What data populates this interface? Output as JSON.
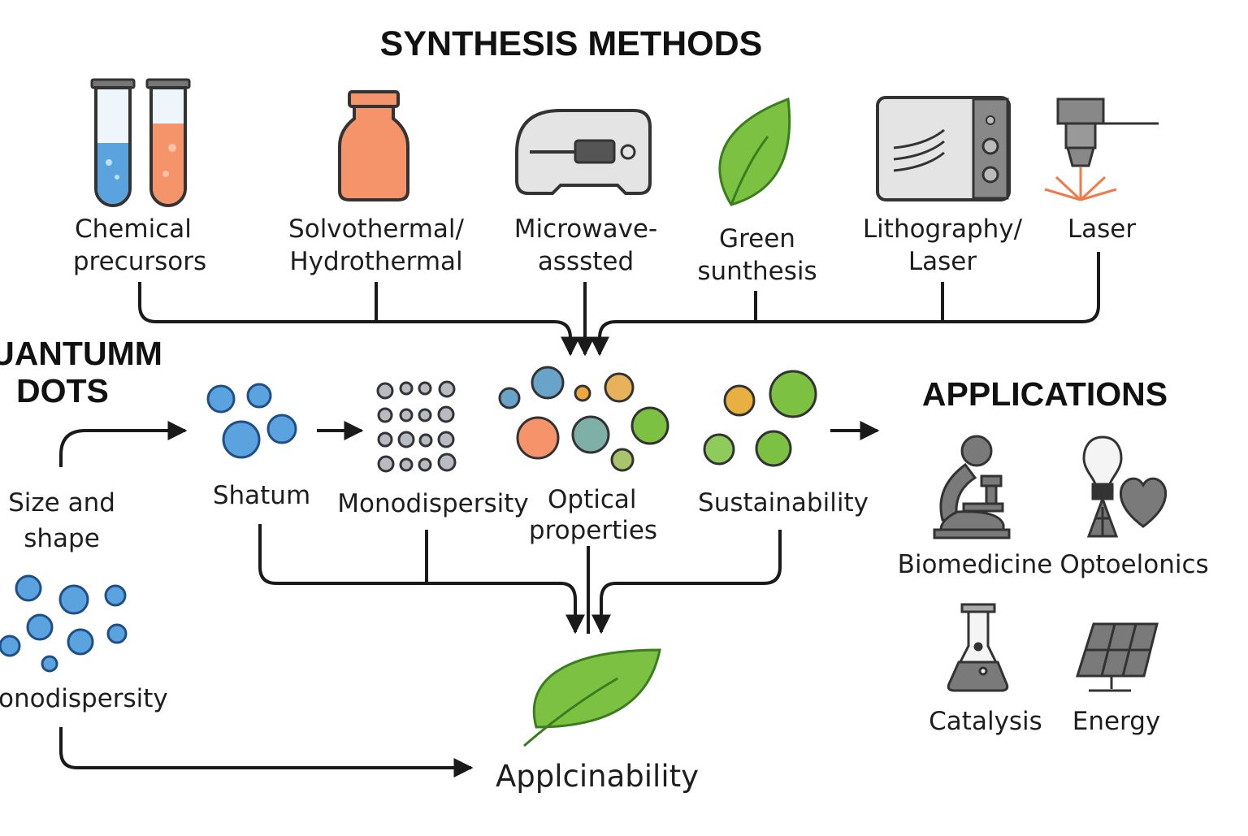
{
  "title": "SYNTHESIS METHODS",
  "left_heading": {
    "line1": "UANTUMM",
    "line2": "DOTS"
  },
  "synthesis_methods": [
    {
      "line1": "Chemical",
      "line2": "precursors"
    },
    {
      "line1": "Solvothermal/",
      "line2": "Hydrothermal"
    },
    {
      "line1": "Microwave-",
      "line2": "asssted"
    },
    {
      "line1": "Green",
      "line2": "sunthesis"
    },
    {
      "line1": "Lithography/",
      "line2": "Laser"
    },
    {
      "line1": "Laser",
      "line2": ""
    }
  ],
  "properties": {
    "size_shape": {
      "line1": "Size and",
      "line2": "shape"
    },
    "shatum": "Shatum",
    "monodispersity": "Monodispersity",
    "optical": {
      "line1": "Optical",
      "line2": "properties"
    },
    "sustainability": "Sustainability",
    "monodispersity_left": "onodispersity"
  },
  "applicinability": "Applcinability",
  "applications": {
    "heading": "APPLICATIONS",
    "items": [
      "Biomedicine",
      "Optoelonics",
      "Catalysis",
      "Energy"
    ]
  },
  "colors": {
    "blue": "#5aa3df",
    "orange": "#f5946a",
    "green": "#7cc142",
    "gray": "#707070",
    "line": "#1a1a1a"
  }
}
